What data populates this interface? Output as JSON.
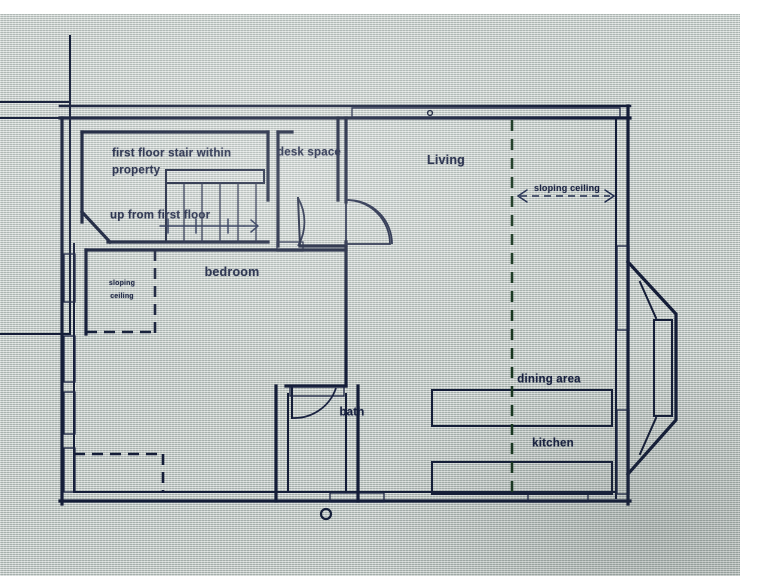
{
  "document": {
    "type": "architectural-floor-plan",
    "medium": "photograph of printed drawing",
    "paper_color": "#bcc5c1",
    "ink_color": "#17203f"
  },
  "labels": {
    "first_floor_stair_line1": "first floor stair within",
    "first_floor_stair_line2": "property",
    "up_from_first_floor": "up from first floor",
    "desk_space": "desk space",
    "living": "Living",
    "sloping_ceiling_living": "sloping ceiling",
    "bedroom": "bedroom",
    "sloping_ceiling_bedroom_line1": "sloping",
    "sloping_ceiling_bedroom_line2": "ceiling",
    "bath": "bath",
    "dining_area": "dining area",
    "kitchen": "kitchen"
  },
  "rooms": [
    {
      "name": "Living",
      "label": "Living"
    },
    {
      "name": "bedroom",
      "label": "bedroom"
    },
    {
      "name": "bath",
      "label": "bath"
    },
    {
      "name": "dining-area",
      "label": "dining area"
    },
    {
      "name": "kitchen",
      "label": "kitchen"
    },
    {
      "name": "desk-space",
      "label": "desk space"
    }
  ],
  "annotations": [
    {
      "name": "sloping-ceiling-living",
      "text": "sloping ceiling",
      "symbol": "double-headed-arrow"
    },
    {
      "name": "sloping-ceiling-bedroom",
      "text": "sloping ceiling",
      "symbol": "dashed-boundary"
    },
    {
      "name": "stair-direction",
      "text": "up from first floor",
      "symbol": "right-arrow"
    },
    {
      "name": "first-floor-stair-note",
      "text": "first floor stair within property",
      "symbol": "none"
    }
  ]
}
